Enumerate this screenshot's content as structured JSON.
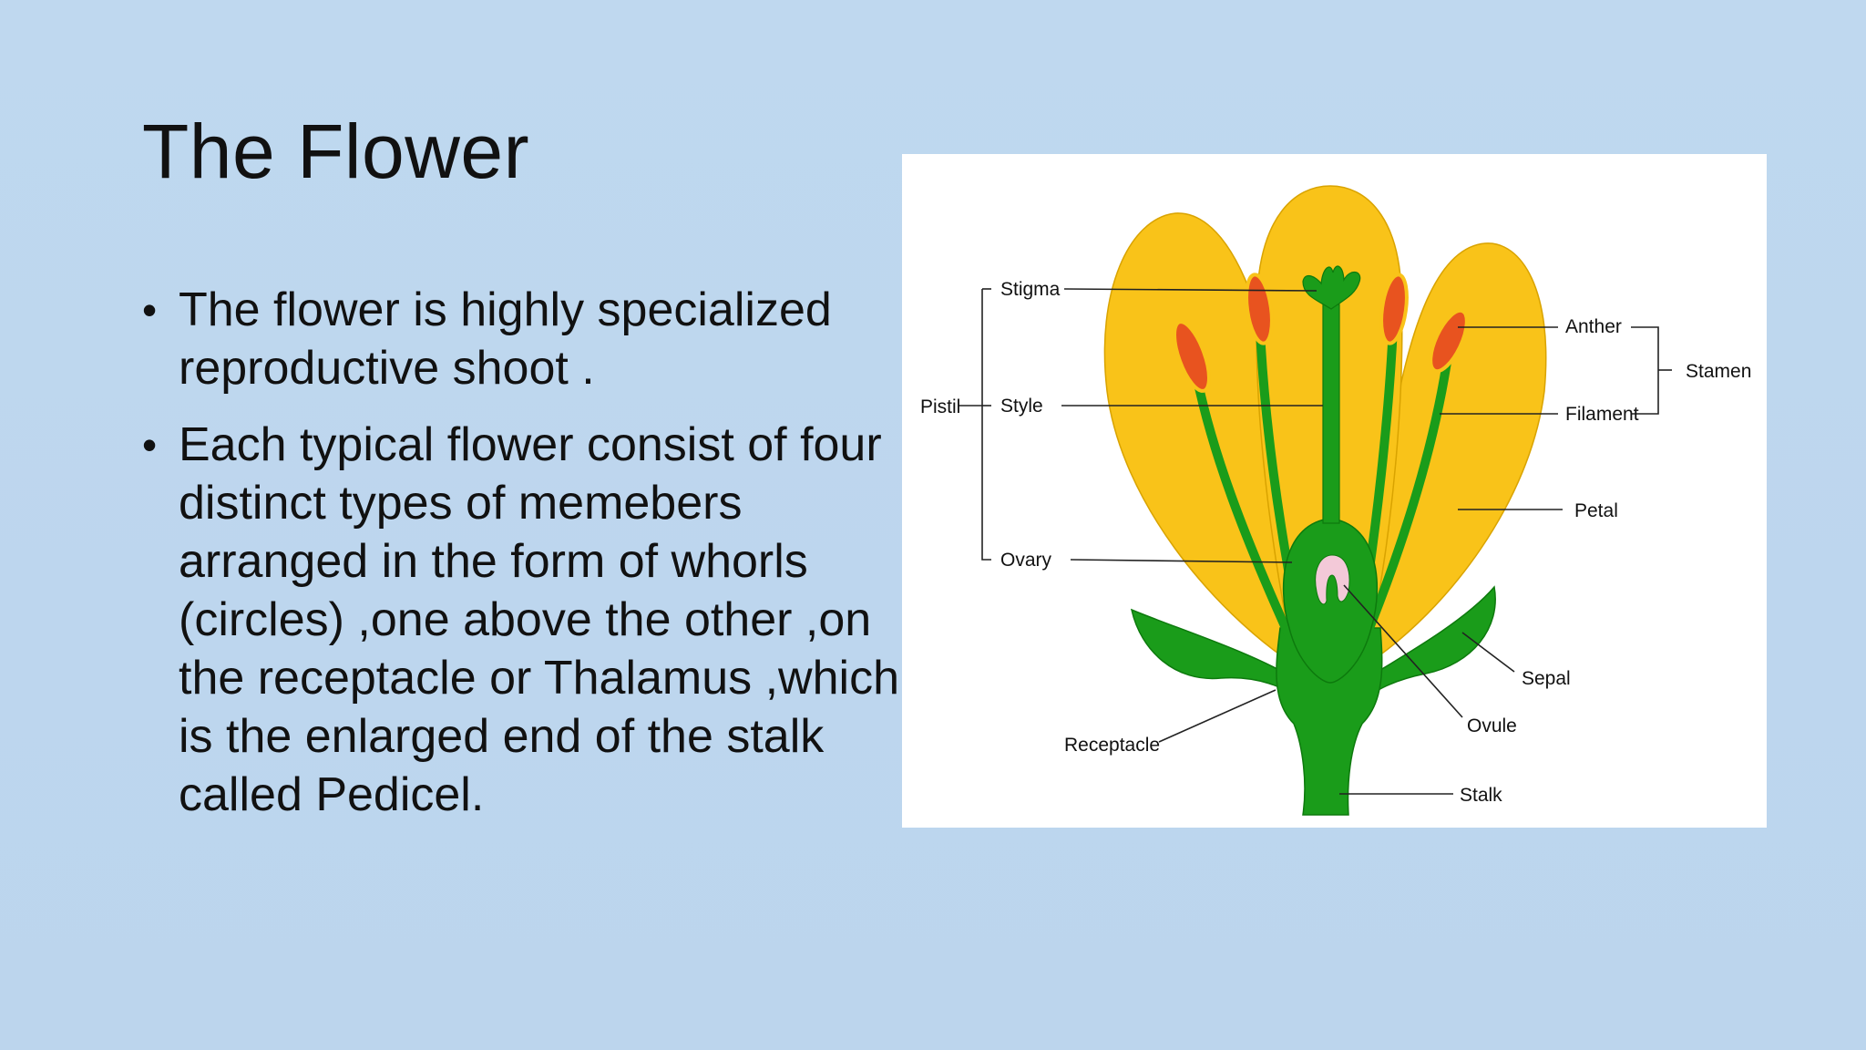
{
  "slide": {
    "title": "The Flower",
    "bullets": [
      "The flower is highly specialized reproductive shoot .",
      "Each typical flower consist of four distinct types of memebers arranged in the form of whorls (circles) ,one above the other ,on the receptacle or Thalamus ,which is the enlarged end of the stalk called Pedicel."
    ]
  },
  "diagram": {
    "labels": {
      "stigma": "Stigma",
      "style": "Style",
      "pistil": "Pistil",
      "ovary": "Ovary",
      "receptacle": "Receptacle",
      "anther": "Anther",
      "stamen": "Stamen",
      "filament": "Filament",
      "petal": "Petal",
      "sepal": "Sepal",
      "ovule": "Ovule",
      "stalk": "Stalk"
    },
    "colors": {
      "petal": "#f9c319",
      "petal_edge": "#d9a300",
      "green": "#1a9c1a",
      "green_dark": "#0d7a0d",
      "anther": "#e8531f",
      "ovule": "#f3c9d8"
    }
  }
}
